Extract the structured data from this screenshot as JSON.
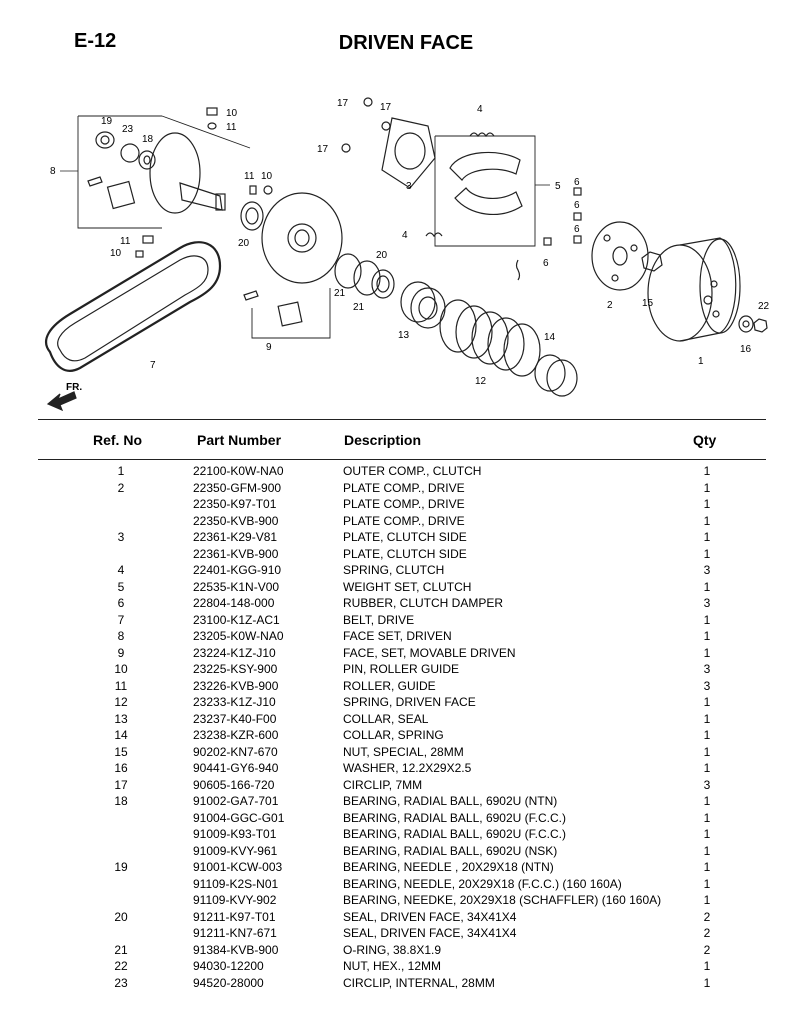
{
  "page": {
    "code": "E-12",
    "title": "DRIVEN FACE"
  },
  "diagram": {
    "front_label": "FR.",
    "callouts": [
      "1",
      "2",
      "3",
      "4",
      "4",
      "5",
      "6",
      "6",
      "6",
      "6",
      "7",
      "8",
      "9",
      "10",
      "10",
      "10",
      "11",
      "11",
      "11",
      "12",
      "13",
      "14",
      "15",
      "16",
      "17",
      "17",
      "17",
      "18",
      "19",
      "20",
      "20",
      "21",
      "21",
      "22",
      "23"
    ]
  },
  "table": {
    "headers": {
      "ref": "Ref. No",
      "part": "Part Number",
      "desc": "Description",
      "qty": "Qty"
    },
    "rows": [
      {
        "ref": "1",
        "part": "22100-K0W-NA0",
        "desc": "OUTER COMP., CLUTCH",
        "qty": "1"
      },
      {
        "ref": "2",
        "part": "22350-GFM-900",
        "desc": "PLATE COMP., DRIVE",
        "qty": "1"
      },
      {
        "ref": "",
        "part": "22350-K97-T01",
        "desc": "PLATE COMP., DRIVE",
        "qty": "1"
      },
      {
        "ref": "",
        "part": "22350-KVB-900",
        "desc": "PLATE COMP., DRIVE",
        "qty": "1"
      },
      {
        "ref": "3",
        "part": "22361-K29-V81",
        "desc": "PLATE, CLUTCH SIDE",
        "qty": "1"
      },
      {
        "ref": "",
        "part": "22361-KVB-900",
        "desc": "PLATE, CLUTCH SIDE",
        "qty": "1"
      },
      {
        "ref": "4",
        "part": "22401-KGG-910",
        "desc": "SPRING, CLUTCH",
        "qty": "3"
      },
      {
        "ref": "5",
        "part": "22535-K1N-V00",
        "desc": "WEIGHT SET, CLUTCH",
        "qty": "1"
      },
      {
        "ref": "6",
        "part": "22804-148-000",
        "desc": "RUBBER, CLUTCH DAMPER",
        "qty": "3"
      },
      {
        "ref": "7",
        "part": "23100-K1Z-AC1",
        "desc": "BELT, DRIVE",
        "qty": "1"
      },
      {
        "ref": "8",
        "part": "23205-K0W-NA0",
        "desc": "FACE SET, DRIVEN",
        "qty": "1"
      },
      {
        "ref": "9",
        "part": "23224-K1Z-J10",
        "desc": "FACE, SET, MOVABLE DRIVEN",
        "qty": "1"
      },
      {
        "ref": "10",
        "part": "23225-KSY-900",
        "desc": "PIN, ROLLER GUIDE",
        "qty": "3"
      },
      {
        "ref": "11",
        "part": "23226-KVB-900",
        "desc": "ROLLER, GUIDE",
        "qty": "3"
      },
      {
        "ref": "12",
        "part": "23233-K1Z-J10",
        "desc": "SPRING, DRIVEN FACE",
        "qty": "1"
      },
      {
        "ref": "13",
        "part": "23237-K40-F00",
        "desc": "COLLAR, SEAL",
        "qty": "1"
      },
      {
        "ref": "14",
        "part": "23238-KZR-600",
        "desc": "COLLAR, SPRING",
        "qty": "1"
      },
      {
        "ref": "15",
        "part": "90202-KN7-670",
        "desc": "NUT, SPECIAL, 28MM",
        "qty": "1"
      },
      {
        "ref": "16",
        "part": "90441-GY6-940",
        "desc": "WASHER, 12.2X29X2.5",
        "qty": "1"
      },
      {
        "ref": "17",
        "part": "90605-166-720",
        "desc": "CIRCLIP, 7MM",
        "qty": "3"
      },
      {
        "ref": "18",
        "part": "91002-GA7-701",
        "desc": "BEARING, RADIAL BALL, 6902U (NTN)",
        "qty": "1"
      },
      {
        "ref": "",
        "part": "91004-GGC-G01",
        "desc": "BEARING, RADIAL BALL, 6902U (F.C.C.)",
        "qty": "1"
      },
      {
        "ref": "",
        "part": "91009-K93-T01",
        "desc": "BEARING, RADIAL BALL, 6902U (F.C.C.)",
        "qty": "1"
      },
      {
        "ref": "",
        "part": "91009-KVY-961",
        "desc": "BEARING, RADIAL BALL, 6902U (NSK)",
        "qty": "1"
      },
      {
        "ref": "19",
        "part": "91001-KCW-003",
        "desc": "BEARING, NEEDLE , 20X29X18 (NTN)",
        "qty": "1"
      },
      {
        "ref": "",
        "part": "91109-K2S-N01",
        "desc": "BEARING, NEEDLE, 20X29X18 (F.C.C.) (160 160A)",
        "qty": "1"
      },
      {
        "ref": "",
        "part": "91109-KVY-902",
        "desc": "BEARING, NEEDKE, 20X29X18 (SCHAFFLER) (160 160A)",
        "qty": "1"
      },
      {
        "ref": "20",
        "part": "91211-K97-T01",
        "desc": "SEAL, DRIVEN FACE, 34X41X4",
        "qty": "2"
      },
      {
        "ref": "",
        "part": "91211-KN7-671",
        "desc": "SEAL, DRIVEN FACE, 34X41X4",
        "qty": "2"
      },
      {
        "ref": "21",
        "part": "91384-KVB-900",
        "desc": "O-RING, 38.8X1.9",
        "qty": "2"
      },
      {
        "ref": "22",
        "part": "94030-12200",
        "desc": "NUT, HEX., 12MM",
        "qty": "1"
      },
      {
        "ref": "23",
        "part": "94520-28000",
        "desc": "CIRCLIP, INTERNAL, 28MM",
        "qty": "1"
      }
    ]
  }
}
